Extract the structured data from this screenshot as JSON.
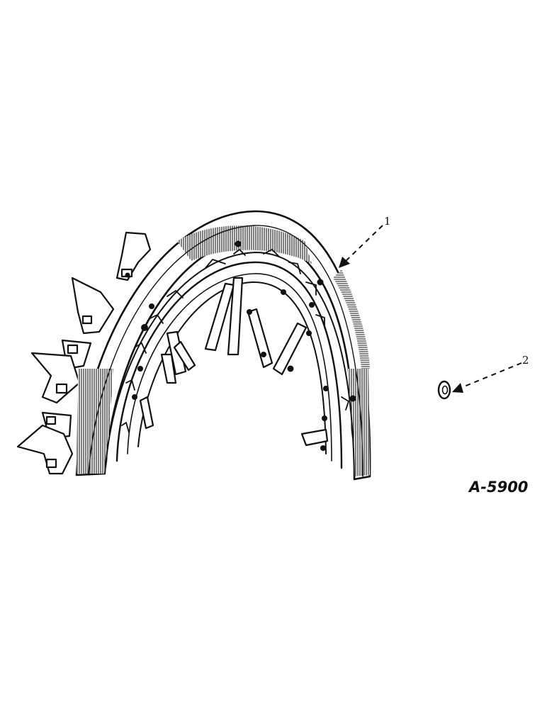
{
  "figure": {
    "callouts": [
      {
        "number": "1",
        "part": "wheel-assembly"
      },
      {
        "number": "2",
        "part": "nut"
      }
    ],
    "label": "A-5900",
    "ink_color": "#111111",
    "background_color": "#ffffff"
  }
}
